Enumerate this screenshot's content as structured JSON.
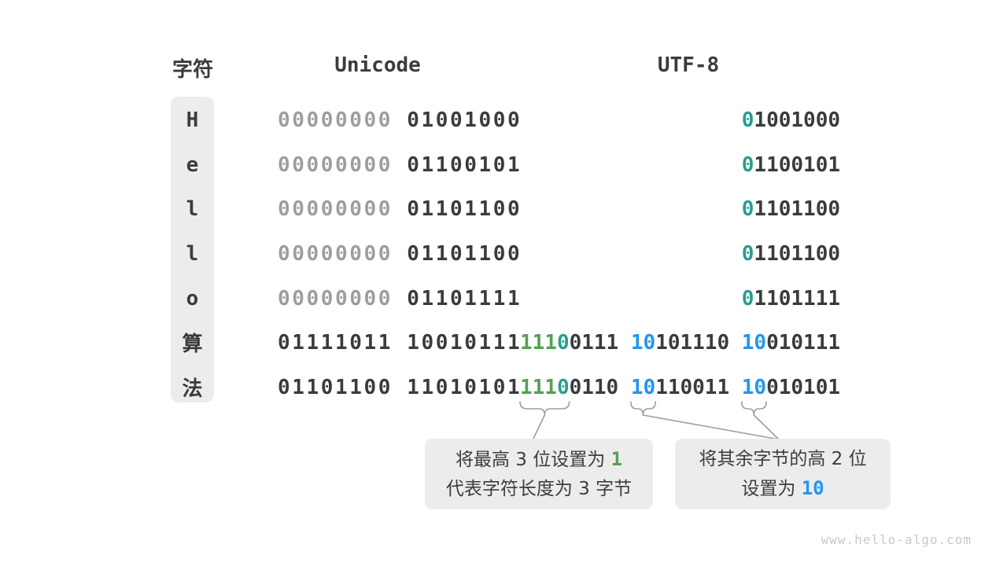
{
  "header": {
    "char": "字符",
    "unicode": "Unicode",
    "utf8": "UTF-8"
  },
  "colors": {
    "dark": "#3b3b3b",
    "gray": "#9e9e9e",
    "teal": "#2a9d8f",
    "green": "#54a054",
    "blue": "#2196f3",
    "text": "#3d3d3d",
    "box_bg": "#ececec",
    "line": "#9e9e9e",
    "watermark": "#c9c9c9"
  },
  "rows": [
    {
      "char": "H",
      "unicode": [
        {
          "t": "00000000 ",
          "c": "gray"
        },
        {
          "t": "01001000",
          "c": "dark"
        }
      ],
      "utf8": [
        {
          "t": "0",
          "c": "teal",
          "b": true
        },
        {
          "t": "1001000",
          "c": "dark"
        }
      ]
    },
    {
      "char": "e",
      "unicode": [
        {
          "t": "00000000 ",
          "c": "gray"
        },
        {
          "t": "01100101",
          "c": "dark"
        }
      ],
      "utf8": [
        {
          "t": "0",
          "c": "teal",
          "b": true
        },
        {
          "t": "1100101",
          "c": "dark"
        }
      ]
    },
    {
      "char": "l",
      "unicode": [
        {
          "t": "00000000 ",
          "c": "gray"
        },
        {
          "t": "01101100",
          "c": "dark"
        }
      ],
      "utf8": [
        {
          "t": "0",
          "c": "teal",
          "b": true
        },
        {
          "t": "1101100",
          "c": "dark"
        }
      ]
    },
    {
      "char": "l",
      "unicode": [
        {
          "t": "00000000 ",
          "c": "gray"
        },
        {
          "t": "01101100",
          "c": "dark"
        }
      ],
      "utf8": [
        {
          "t": "0",
          "c": "teal",
          "b": true
        },
        {
          "t": "1101100",
          "c": "dark"
        }
      ]
    },
    {
      "char": "o",
      "unicode": [
        {
          "t": "00000000 ",
          "c": "gray"
        },
        {
          "t": "01101111",
          "c": "dark"
        }
      ],
      "utf8": [
        {
          "t": "0",
          "c": "teal",
          "b": true
        },
        {
          "t": "1101111",
          "c": "dark"
        }
      ]
    },
    {
      "char": "算",
      "unicode": [
        {
          "t": "01111011 10010111",
          "c": "dark"
        }
      ],
      "utf8": [
        {
          "t": "111",
          "c": "green",
          "b": true
        },
        {
          "t": "0",
          "c": "teal",
          "b": true
        },
        {
          "t": "0111 ",
          "c": "dark"
        },
        {
          "t": "10",
          "c": "blue",
          "b": true
        },
        {
          "t": "101110 ",
          "c": "dark"
        },
        {
          "t": "10",
          "c": "blue",
          "b": true
        },
        {
          "t": "010111",
          "c": "dark"
        }
      ]
    },
    {
      "char": "法",
      "unicode": [
        {
          "t": "01101100 11010101",
          "c": "dark"
        }
      ],
      "utf8": [
        {
          "t": "111",
          "c": "green",
          "b": true
        },
        {
          "t": "0",
          "c": "teal",
          "b": true
        },
        {
          "t": "0110 ",
          "c": "dark"
        },
        {
          "t": "10",
          "c": "blue",
          "b": true
        },
        {
          "t": "110011 ",
          "c": "dark"
        },
        {
          "t": "10",
          "c": "blue",
          "b": true
        },
        {
          "t": "010101",
          "c": "dark"
        }
      ]
    }
  ],
  "callouts": [
    {
      "lines": [
        [
          {
            "t": "将最高 3 位设置为 ",
            "c": "text"
          },
          {
            "t": "1",
            "c": "green",
            "b": true
          }
        ],
        [
          {
            "t": "代表字符长度为 3 字节",
            "c": "text"
          }
        ]
      ]
    },
    {
      "lines": [
        [
          {
            "t": "将其余字节的高 2 位",
            "c": "text"
          }
        ],
        [
          {
            "t": "设置为 ",
            "c": "text"
          },
          {
            "t": "10",
            "c": "blue",
            "b": true
          }
        ]
      ]
    }
  ],
  "watermark": "www.hello-algo.com"
}
